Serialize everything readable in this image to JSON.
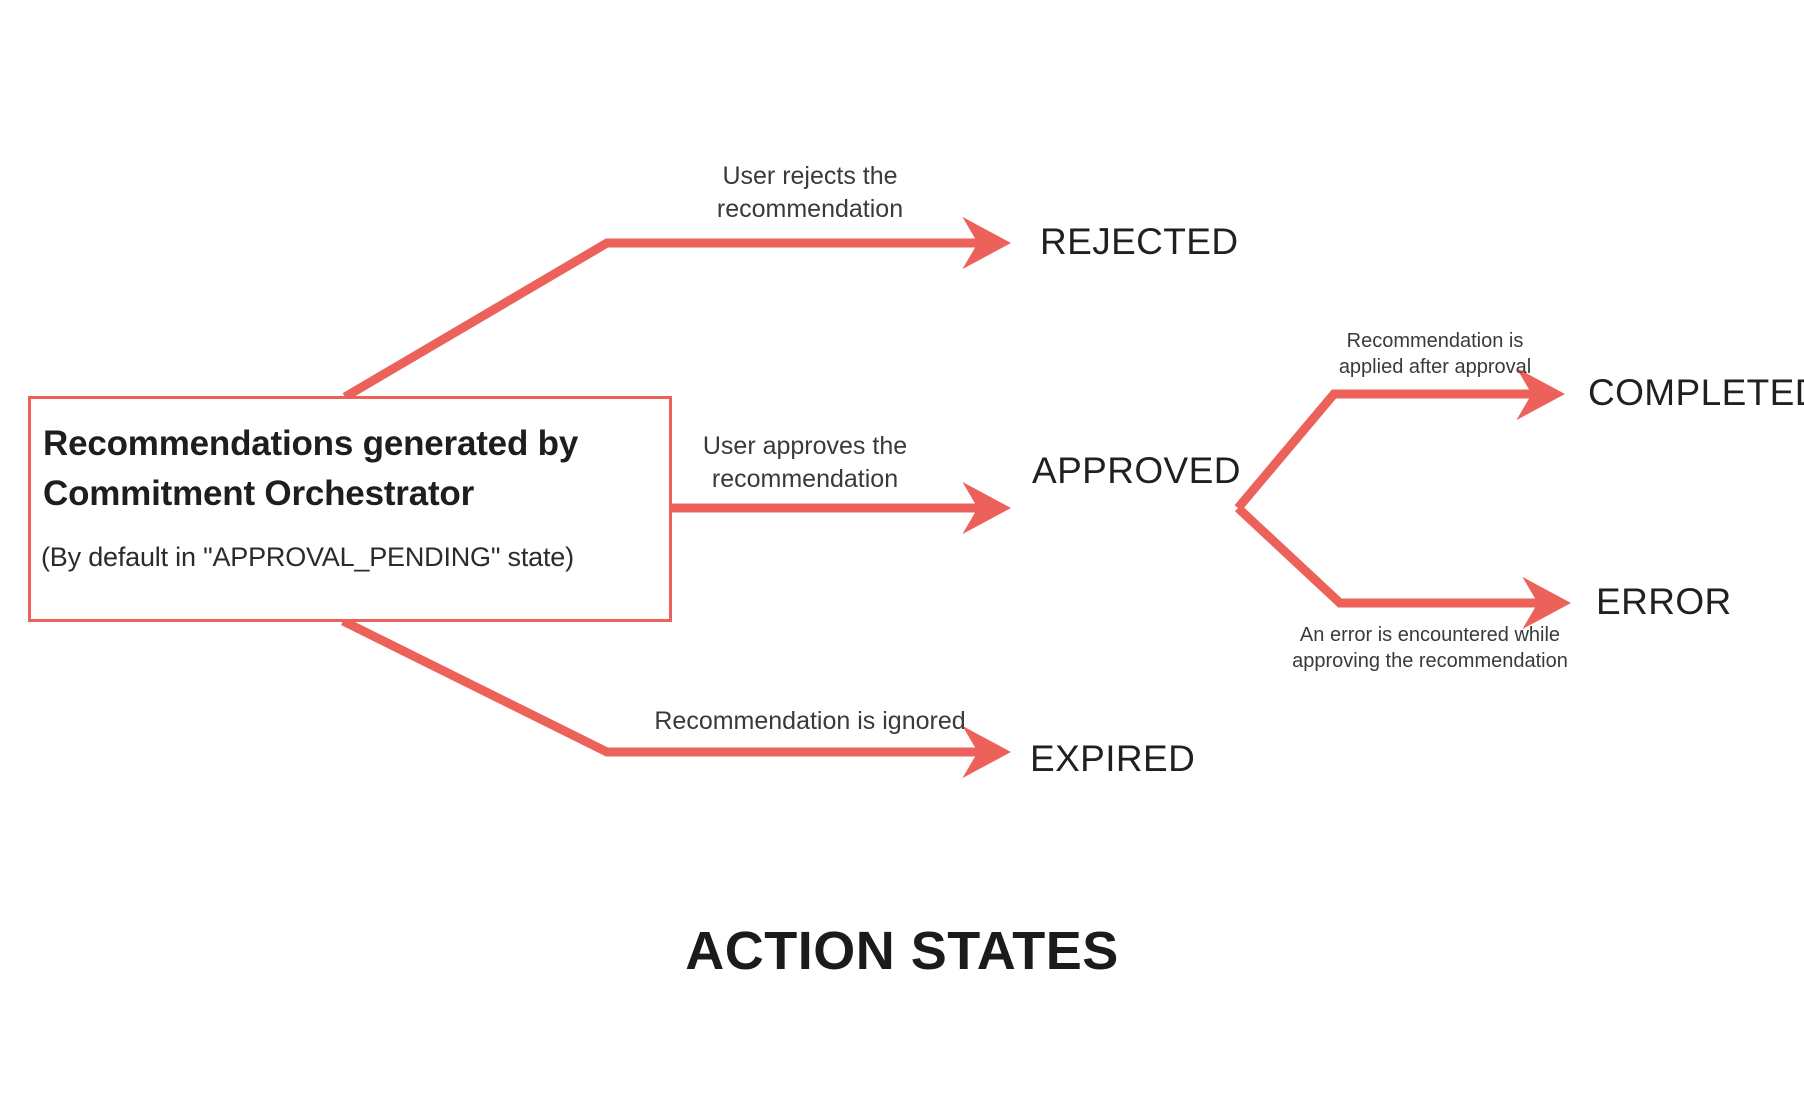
{
  "diagram": {
    "title": "ACTION STATES",
    "accent_color": "#ec6159",
    "text_color": "#231f20",
    "background": "#ffffff",
    "source_node": {
      "title": "Recommendations generated by Commitment Orchestrator",
      "subtitle": "(By default in \"APPROVAL_PENDING\" state)"
    },
    "states": {
      "rejected": "REJECTED",
      "approved": "APPROVED",
      "completed": "COMPLETED",
      "error": "ERROR",
      "expired": "EXPIRED"
    },
    "transitions": {
      "reject": "User rejects the\nrecommendation",
      "approve": "User approves the\nrecommendation",
      "expire": "Recommendation is ignored",
      "complete": "Recommendation is\napplied after approval",
      "error": "An error is encountered while\napproving the recommendation"
    }
  }
}
